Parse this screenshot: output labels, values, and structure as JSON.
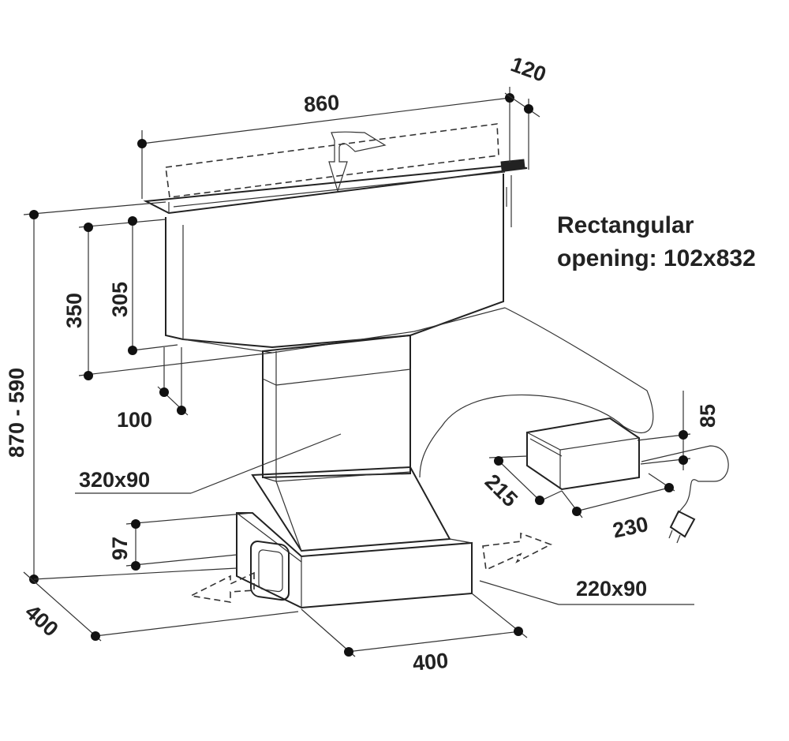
{
  "note": {
    "line1": "Rectangular",
    "line2": "opening: 102x832"
  },
  "dimensions": {
    "width_top": "860",
    "depth_top": "120",
    "height_total": "870 - 590",
    "h_350": "350",
    "h_305": "305",
    "offset_100": "100",
    "duct_upper": "320x90",
    "h_97": "97",
    "duct_lower": "220x90",
    "base_depth": "400",
    "base_width": "400",
    "box_height": "85",
    "box_depth": "215",
    "box_width": "230"
  },
  "colors": {
    "line": "#222222",
    "background": "#ffffff"
  }
}
